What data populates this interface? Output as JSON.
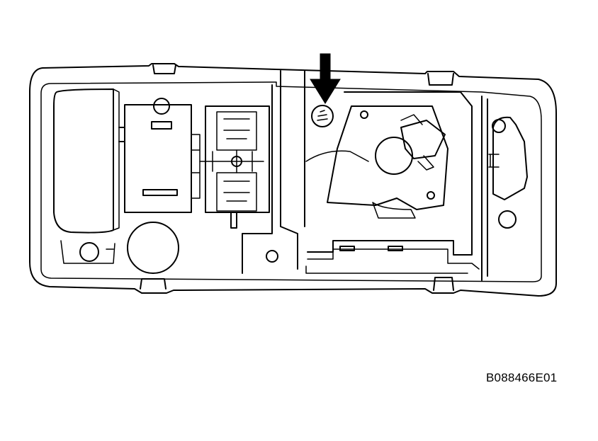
{
  "diagram": {
    "figure_code": "B088466E01",
    "ink_color": "#000000",
    "background_color": "#ffffff",
    "callouts": [
      {
        "type": "arrow",
        "points_to": "screw"
      }
    ]
  }
}
